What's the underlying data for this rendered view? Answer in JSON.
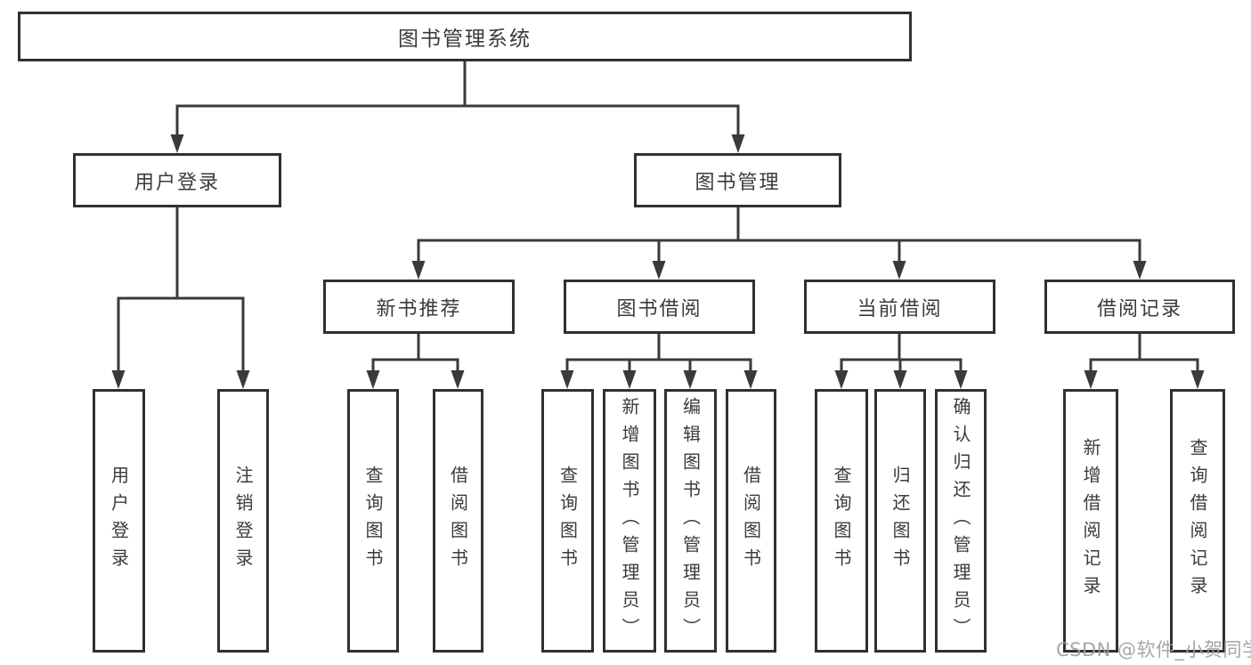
{
  "diagram": {
    "root": {
      "label": "图书管理系统",
      "children": [
        {
          "label": "用户登录",
          "children": [
            {
              "label": "用户登录"
            },
            {
              "label": "注销登录"
            }
          ]
        },
        {
          "label": "图书管理",
          "children": [
            {
              "label": "新书推荐",
              "children": [
                {
                  "label": "查询图书"
                },
                {
                  "label": "借阅图书"
                }
              ]
            },
            {
              "label": "图书借阅",
              "children": [
                {
                  "label": "查询图书"
                },
                {
                  "label": "新增图书（管理员）"
                },
                {
                  "label": "编辑图书（管理员）"
                },
                {
                  "label": "借阅图书"
                }
              ]
            },
            {
              "label": "当前借阅",
              "children": [
                {
                  "label": "查询图书"
                },
                {
                  "label": "归还图书"
                },
                {
                  "label": "确认归还（管理员）"
                }
              ]
            },
            {
              "label": "借阅记录",
              "children": [
                {
                  "label": "新增借阅记录"
                },
                {
                  "label": "查询借阅记录"
                }
              ]
            }
          ]
        }
      ]
    }
  },
  "watermark": {
    "text": "CSDN @软件_小贺同学"
  },
  "colors": {
    "line": "#3a3a3a",
    "box_border": "#303030",
    "text": "#3b3b3b",
    "watermark": "#9e9e9e",
    "background": "#ffffff"
  }
}
